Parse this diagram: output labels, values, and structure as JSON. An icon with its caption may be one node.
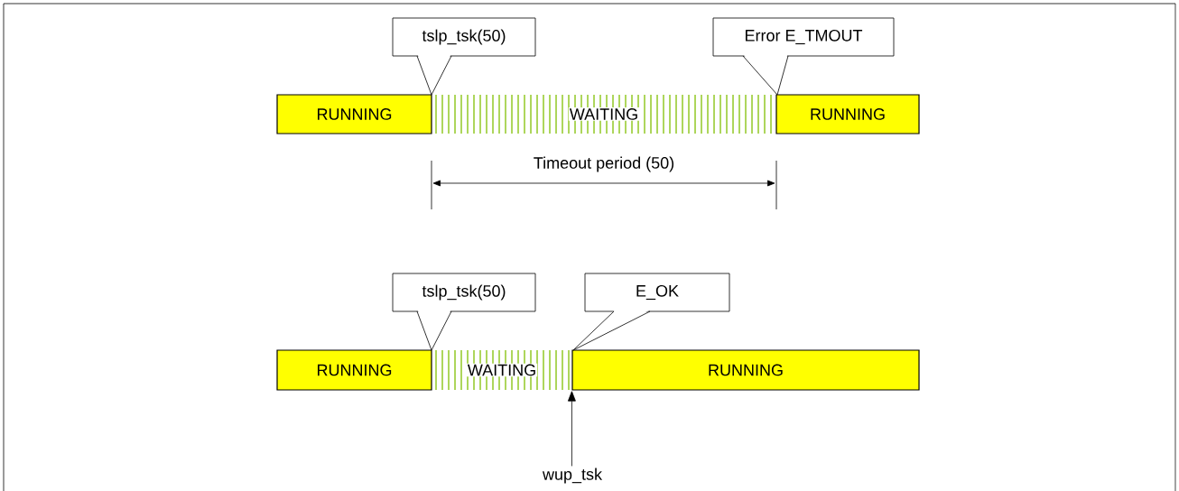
{
  "diagram": {
    "nodes": [
      {
        "text": [
          "RUNNING"
        ]
      },
      {
        "text": [
          "WAITING"
        ]
      },
      {
        "text": [
          "RUNNING"
        ]
      },
      {
        "text": [
          "tslp_tsk(50)"
        ]
      },
      {
        "text": [
          "Error E_TMOUT"
        ]
      },
      {
        "text": [
          "RUNNING"
        ]
      },
      {
        "text": [
          "WAITING"
        ]
      },
      {
        "text": [
          "RUNNING"
        ]
      },
      {
        "text": [
          "tslp_tsk(50)"
        ]
      },
      {
        "text": [
          "E_OK"
        ]
      },
      {
        "text": [
          "wup_tsk"
        ]
      }
    ],
    "edges": [
      {
        "from": 10,
        "to": 7,
        "arrow": "to"
      }
    ],
    "labels": [
      "Timeout period (50)"
    ]
  }
}
